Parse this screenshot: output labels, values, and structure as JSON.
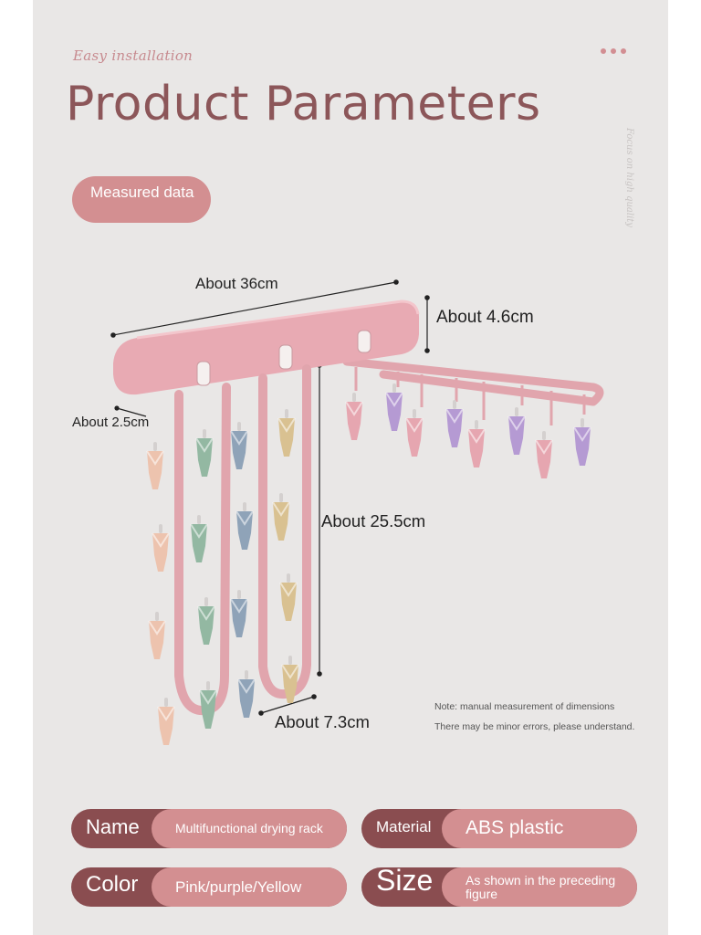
{
  "header": {
    "script_text": "Easy installation",
    "title": "Product Parameters",
    "vertical_text": "Focus on high quality"
  },
  "badge": {
    "label": "Measured data"
  },
  "dimensions": {
    "width": "About 36cm",
    "height": "About 4.6cm",
    "depth": "About 2.5cm",
    "hang_length": "About 25.5cm",
    "hook_width": "About 7.3cm"
  },
  "notes": {
    "line1": "Note: manual measurement of dimensions",
    "line2": "There may be minor errors, please understand."
  },
  "params": [
    {
      "label": "Name",
      "value": "Multifunctional drying rack"
    },
    {
      "label": "Material",
      "value": "ABS plastic"
    },
    {
      "label": "Color",
      "value": "Pink/purple/Yellow"
    },
    {
      "label": "Size",
      "value": "As shown in the preceding figure"
    }
  ],
  "colors": {
    "panel_bg": "#e9e7e6",
    "title": "#8c5659",
    "pink_pill": "#d38f91",
    "dark_pill": "#8a4d50",
    "rack_pink": "#e7a9b2"
  }
}
